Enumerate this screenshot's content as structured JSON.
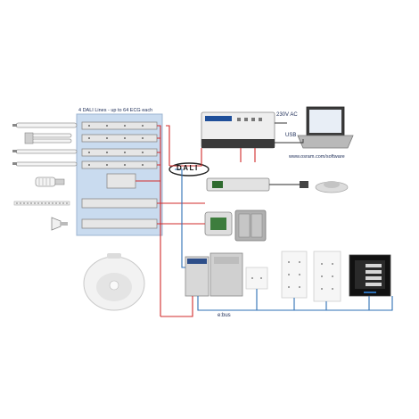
{
  "labels": {
    "dali_lines": "4 DALI Lines - up to 64 ECG each",
    "voltage": "230V AC",
    "usb": "USB",
    "url": "www.osram.com/software",
    "dali_logo": "DALI",
    "ebus": "e:bus"
  },
  "colors": {
    "ecg_panel": "#c9dbef",
    "dali_wire": "#d22b2b",
    "ebus_wire": "#2d6fb5",
    "bus_wire": "#333333",
    "label_text": "#1a2a55"
  },
  "devices": {
    "lamps": [
      "linear-tube-lamp-icon",
      "compact-fluorescent-lamp-icon",
      "linear-tube-lamp-icon",
      "linear-tube-lamp-icon",
      "spiral-cfl-lamp-icon",
      "led-strip-icon",
      "halogen-lamp-icon"
    ],
    "controller": "dali-controller-icon",
    "laptop": "laptop-icon",
    "sensor": "ceiling-sensor-icon",
    "panels": [
      "wall-switch-icon",
      "keypad-small-icon",
      "keypad-large-icon",
      "touch-panel-icon"
    ]
  }
}
